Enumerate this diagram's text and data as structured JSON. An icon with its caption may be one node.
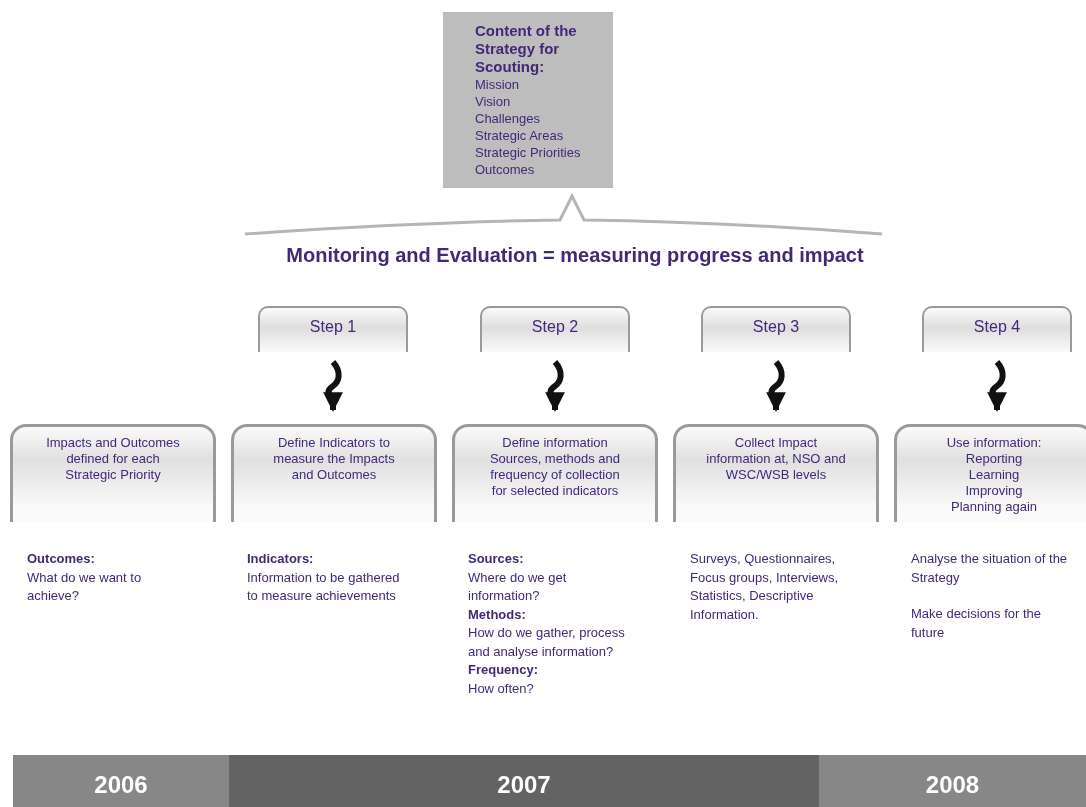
{
  "diagram": {
    "title": "Monitoring and Evaluation = measuring progress and impact",
    "nodes": [
      {
        "text": [
          "Content of the Strategy for Scouting:",
          "Mission",
          "Vision",
          "Challenges",
          "Strategic Areas",
          "Strategic Priorities",
          "Outcomes"
        ]
      },
      {
        "text": [
          "Step 1"
        ]
      },
      {
        "text": [
          "Step 2"
        ]
      },
      {
        "text": [
          "Step 3"
        ]
      },
      {
        "text": [
          "Step 4"
        ]
      },
      {
        "text": [
          "Impacts and Outcomes defined for each Strategic Priority"
        ],
        "beside": [
          "Outcomes:",
          "What do we want to achieve?"
        ]
      },
      {
        "text": [
          "Define Indicators to measure the Impacts and Outcomes"
        ],
        "beside": [
          "Indicators:",
          "Information to be gathered to measure achievements"
        ]
      },
      {
        "text": [
          "Define information Sources, methods and frequency of collection for selected indicators"
        ],
        "beside": [
          "Sources:",
          "Where do we get information?",
          "Methods:",
          "How do we gather, process and analyse information?",
          "Frequency:",
          "How often?"
        ]
      },
      {
        "text": [
          "Collect Impact information at, NSO and WSC/WSB levels"
        ],
        "beside": [
          "Surveys, Questionnaires, Focus groups, Interviews, Statistics, Descriptive Information."
        ]
      },
      {
        "text": [
          "Use information:",
          "Reporting",
          "Learning",
          "Improving",
          "Planning again"
        ],
        "beside": [
          "Analyse the situation of the Strategy",
          "Make decisions for the future"
        ]
      },
      {
        "text": [
          "2006"
        ]
      },
      {
        "text": [
          "2007"
        ]
      },
      {
        "text": [
          "2008"
        ]
      }
    ],
    "edges": [
      {
        "from": 1,
        "to": 6,
        "arrow": "to"
      },
      {
        "from": 2,
        "to": 7,
        "arrow": "to"
      },
      {
        "from": 3,
        "to": 8,
        "arrow": "to"
      },
      {
        "from": 4,
        "to": 9,
        "arrow": "to"
      }
    ]
  }
}
